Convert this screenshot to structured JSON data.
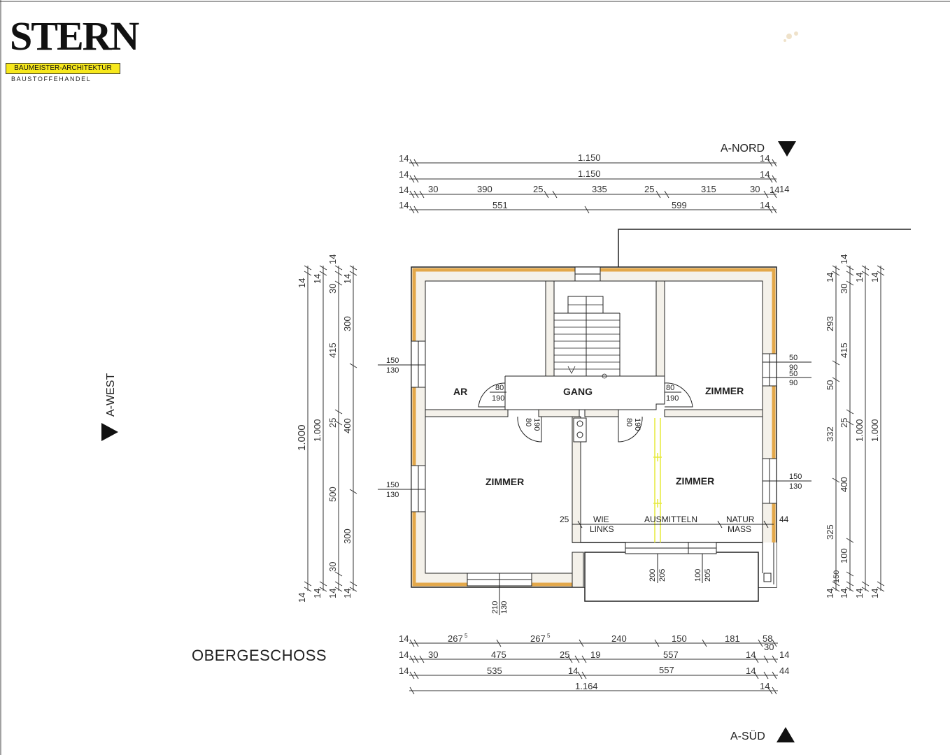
{
  "logo": {
    "name": "STERN",
    "tagline": "BAUMEISTER-ARCHITEKTUR",
    "subline": "BAUSTOFFEHANDEL",
    "accent_color": "#f7e81c"
  },
  "plan": {
    "title": "OBERGESCHOSS",
    "wall_color": "#e3a84a",
    "rooms": {
      "ar": "AR",
      "gang": "GANG",
      "zimmer_ne": "ZIMMER",
      "zimmer_sw": "ZIMMER",
      "zimmer_se": "ZIMMER"
    },
    "notes": {
      "wie": "WIE",
      "links": "LINKS",
      "ausmitteln": "AUSMITTELN",
      "natur": "NATUR",
      "mass": "MASS",
      "n25": "25",
      "n44": "44"
    },
    "doors": {
      "ar_w": "80",
      "ar_h": "190",
      "zne_w": "80",
      "zne_h": "190",
      "zsw_w": "80",
      "zsw_h": "190",
      "zse_w": "80",
      "zse_h": "190"
    },
    "windows": {
      "west_top_a": "150",
      "west_top_b": "130",
      "west_bot_a": "150",
      "west_bot_b": "130",
      "east_top_a": "50",
      "east_top_b": "90",
      "east_top_c": "50",
      "east_top_d": "90",
      "east_bot_a": "150",
      "east_bot_b": "130",
      "south_a": "210",
      "south_b": "130",
      "balc_1a": "200",
      "balc_1b": "205",
      "balc_2a": "100",
      "balc_2b": "205"
    }
  },
  "directions": {
    "north": "A-NORD",
    "south": "A-SÜD",
    "west": "A-WEST"
  },
  "dimensions": {
    "top": {
      "row1": [
        "14",
        "1.150",
        "14"
      ],
      "row2": [
        "14",
        "1.150",
        "14"
      ],
      "row3": [
        "14",
        "30",
        "390",
        "25",
        "335",
        "25",
        "315",
        "30",
        "14",
        "14"
      ],
      "row4": [
        "14",
        "551",
        "599",
        "14"
      ]
    },
    "bottom": {
      "row1": [
        "14",
        "267",
        "5",
        "267",
        "5",
        "240",
        "150",
        "181",
        "58",
        "30"
      ],
      "row2": [
        "14",
        "30",
        "475",
        "25",
        "19",
        "557",
        "14",
        "14"
      ],
      "row3": [
        "14",
        "535",
        "14",
        "557",
        "14",
        "44"
      ],
      "row4": [
        "1.164",
        "14"
      ]
    },
    "left": {
      "col1": [
        "14",
        "1.000",
        "14"
      ],
      "col2": [
        "14",
        "1.000",
        "14"
      ],
      "col3": [
        "14",
        "30",
        "415",
        "25",
        "500",
        "30",
        "14"
      ],
      "col4": [
        "14",
        "300",
        "400",
        "300",
        "14"
      ]
    },
    "right": {
      "col1": [
        "14",
        "293",
        "50",
        "332",
        "325",
        "14"
      ],
      "col2": [
        "14",
        "30",
        "415",
        "25",
        "400",
        "100",
        "150",
        "14"
      ],
      "col3": [
        "14",
        "1.000",
        "14"
      ],
      "col4": [
        "14",
        "1.000",
        "14"
      ]
    }
  }
}
